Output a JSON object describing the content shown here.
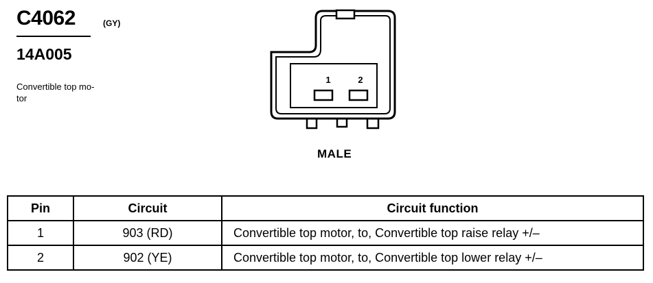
{
  "connector": {
    "id": "C4062",
    "color_code": "(GY)",
    "part_number": "14A005",
    "description": "Convertible top mo-\ntor"
  },
  "diagram": {
    "pin_labels": [
      "1",
      "2"
    ],
    "gender": "MALE"
  },
  "table": {
    "headers": [
      "Pin",
      "Circuit",
      "Circuit function"
    ],
    "rows": [
      {
        "pin": "1",
        "circuit": "903 (RD)",
        "function": "Convertible top motor, to, Convertible top raise relay +/–"
      },
      {
        "pin": "2",
        "circuit": "902 (YE)",
        "function": "Convertible top motor, to, Convertible top lower relay +/–"
      }
    ]
  }
}
